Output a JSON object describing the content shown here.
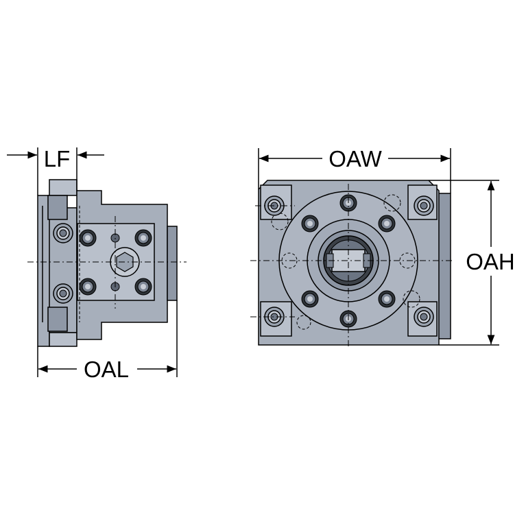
{
  "dimensions": {
    "lf": "LF",
    "oal": "OAL",
    "oaw": "OAW",
    "oah": "OAH"
  },
  "colors": {
    "part_fill": "#a7afbb",
    "part_light": "#b9c0cb",
    "part_dark": "#8f98a6",
    "line": "#000000",
    "background": "#ffffff"
  }
}
